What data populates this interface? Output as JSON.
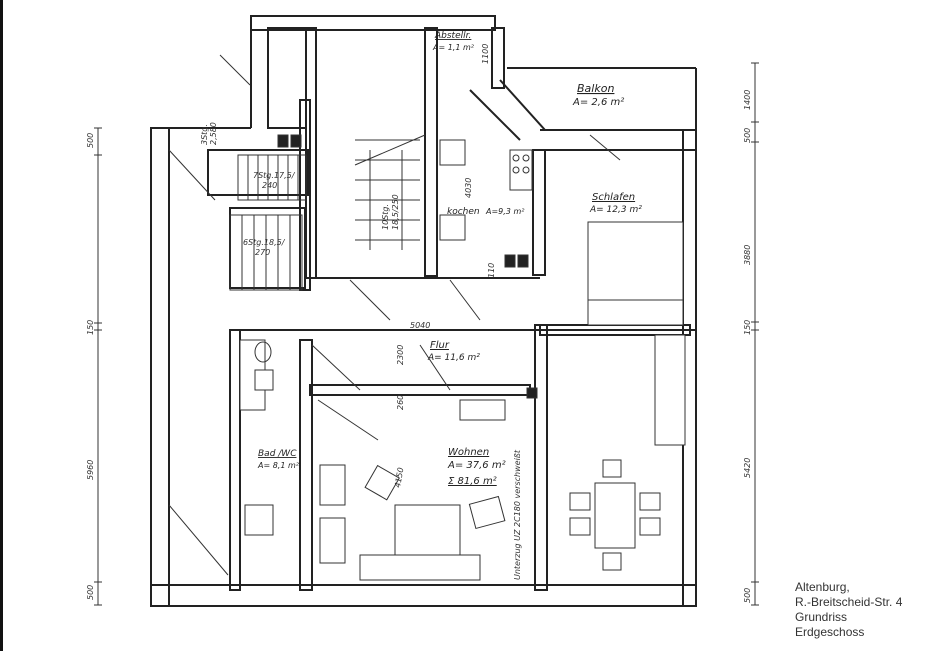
{
  "plan": {
    "type": "floor_plan",
    "rooms": [
      {
        "name": "Abstellr.",
        "area": "A= 1,1 m²"
      },
      {
        "name": "Balkon",
        "area": "A= 2,6 m²"
      },
      {
        "name": "Schlafen",
        "area": "A= 12,3 m²"
      },
      {
        "name": "kochen",
        "area": "A=9,3 m²"
      },
      {
        "name": "Flur",
        "area": "A= 11,6 m²"
      },
      {
        "name": "Bad /WC",
        "area": "A= 8,1 m²"
      },
      {
        "name": "Wohnen",
        "area": "A= 37,6 m²",
        "total": "Σ 81,6 m²"
      }
    ],
    "stairs": [
      {
        "label": "7Stg.17,5/",
        "run": "240"
      },
      {
        "label": "6Stg.18,5/",
        "run": "270"
      },
      {
        "label": "10Stg.",
        "run": "18,5/250"
      },
      {
        "label": "3Stg.",
        "run": "2,580"
      }
    ],
    "interior_dimensions": {
      "kitchen_height": "4030",
      "abstell_height": "1100",
      "kitchen_door": "110",
      "flur_width": "5040",
      "flur_height": "2300",
      "wall_thickness": "260",
      "wohnen_note": "4150",
      "wall_note": "Unterzug UZ 2C180 verschweißt"
    },
    "left_dimensions": [
      "500",
      "150",
      "5960",
      "500"
    ],
    "right_dimensions": [
      "1400",
      "500",
      "3880",
      "150",
      "5420",
      "500"
    ]
  },
  "title_block": {
    "line1": "Altenburg,",
    "line2": "R.-Breitscheid-Str. 4",
    "line3": "Grundriss",
    "line4": "Erdgeschoss"
  }
}
